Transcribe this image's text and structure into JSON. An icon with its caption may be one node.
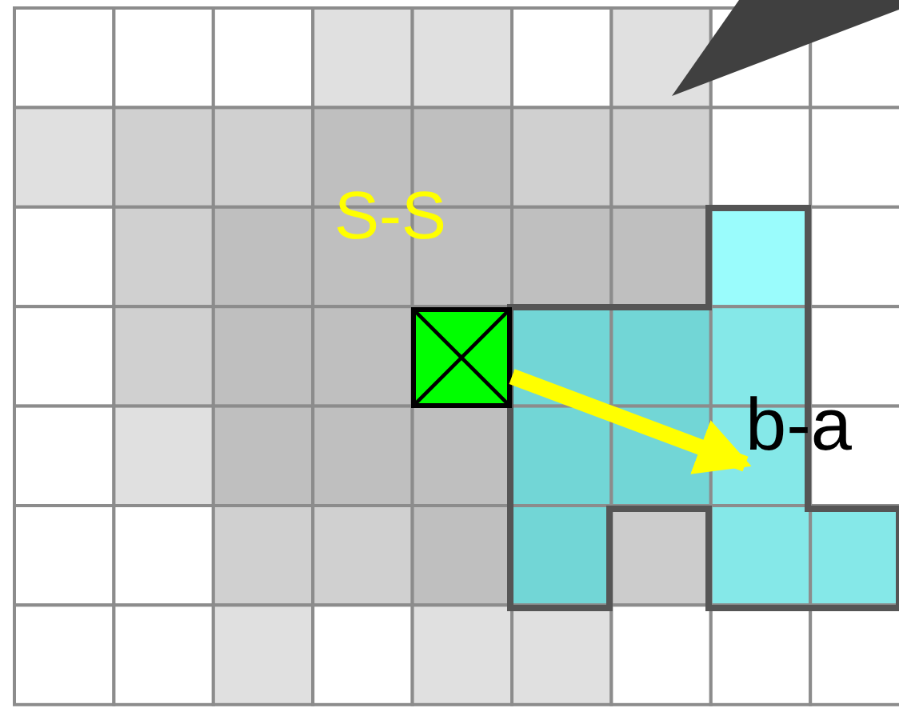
{
  "diagram": {
    "nodes": [
      {
        "text": [],
        "shape": "box"
      },
      {
        "text": [
          "b-a"
        ]
      }
    ],
    "edges": [
      {
        "from": 0,
        "to": 1,
        "arrow": "to"
      }
    ],
    "labels": [
      "S-S"
    ]
  }
}
